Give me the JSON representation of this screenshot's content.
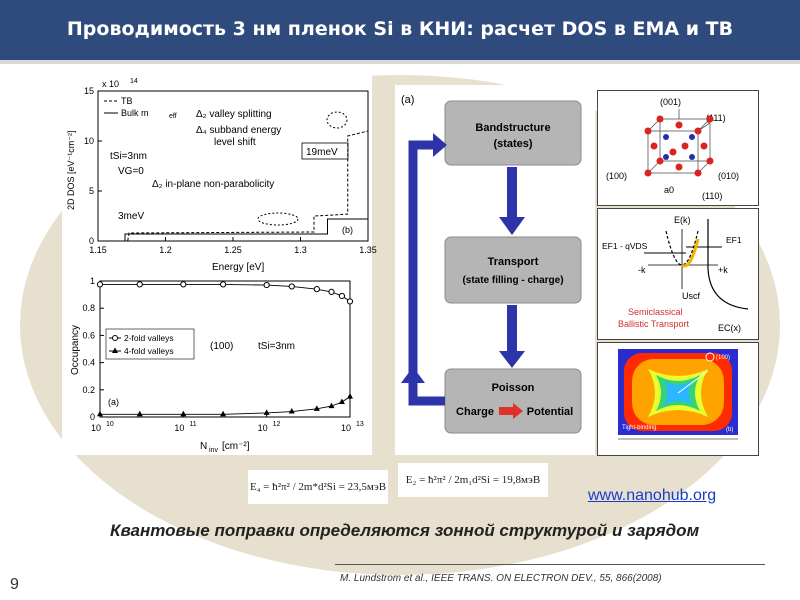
{
  "slide": {
    "title": "Проводимость 3 нм пленок Si в КНИ: расчет DOS в EMA и TB",
    "number": "9",
    "link": "www.nanohub.org",
    "caption": "Квантовые поправки определяются зонной структурой и зарядом",
    "reference": "M. Lundstrom et al.,  IEEE TRANS. ON ELECTRON DEV., 55, 866(2008)"
  },
  "dos_plot": {
    "exponent": "x 10",
    "exponent_power": "14",
    "ylabel": "2D DOS [eV⁻¹cm⁻²]",
    "xlabel": "Energy [eV]",
    "legend": [
      "TB",
      "Bulk m"
    ],
    "legend_sub": "eff",
    "annotations": {
      "valley_splitting": "Δ₂ valley splitting",
      "subband_shift_1": "Δ₄ subband energy",
      "subband_shift_2": "level shift",
      "nonparabolicity": "Δ₂ in-plane non-parabolicity",
      "tsi": "tSi=3nm",
      "vg": "VG=0",
      "meV19": "19meV",
      "meV3": "3meV",
      "panel": "(b)"
    },
    "x_ticks": [
      "1.15",
      "1.2",
      "1.25",
      "1.3",
      "1.35"
    ],
    "y_ticks": [
      "0",
      "5",
      "10",
      "15"
    ]
  },
  "occupancy_plot": {
    "ylabel": "Occupancy",
    "xlabel": "N",
    "xlabel_sub": "inv",
    "xlabel_unit": " [cm⁻²]",
    "legend": [
      "2-fold valleys",
      "4-fold valleys"
    ],
    "orientation": "(100)",
    "tsi": "tSi=3nm",
    "panel": "(a)",
    "y_ticks": [
      "0",
      "0.2",
      "0.4",
      "0.6",
      "0.8",
      "1"
    ],
    "x_ticks": [
      "10",
      "11",
      "12",
      "13"
    ],
    "x_tick_base": "10"
  },
  "flow_diagram": {
    "panel": "(a)",
    "box1": [
      "Bandstructure",
      "(states)"
    ],
    "box2": [
      "Transport",
      "(state filling - charge)"
    ],
    "box3_title": "Poisson",
    "box3_left": "Charge",
    "box3_right": "Potential"
  },
  "crystal": {
    "labels": [
      "(001)",
      "(111)",
      "(100)",
      "(010)",
      "(110)",
      "a0"
    ]
  },
  "transport_panel": {
    "labels": [
      "E(k)",
      "EF1 - qVDS",
      "EF1",
      "-k",
      "+k",
      "Uscf",
      "EC(x)"
    ],
    "caption_1": "Semiclassical",
    "caption_2": "Ballistic Transport"
  },
  "contour_panel": {
    "labels": [
      "(100)",
      "Tight-binding",
      "(b)"
    ]
  },
  "formulas": {
    "left": "E₄ = ħ²π² / 2m*d²Si = 23,5мэВ",
    "right": "E₂ = ħ²π² / 2m₁d²Si = 19,8мэВ"
  },
  "chart_data": [
    {
      "type": "line",
      "title": "",
      "xlabel": "Energy [eV]",
      "ylabel": "2D DOS [eV-1cm-2] x 10^14",
      "xlim": [
        1.15,
        1.35
      ],
      "ylim": [
        0,
        15
      ],
      "series": [
        {
          "name": "TB",
          "x": [
            1.15,
            1.172,
            1.173,
            1.31,
            1.31,
            1.325,
            1.335,
            1.335,
            1.35
          ],
          "y": [
            0,
            0,
            0.8,
            0.9,
            2.5,
            2.6,
            2.7,
            10.5,
            11
          ]
        },
        {
          "name": "Bulk meff",
          "x": [
            1.15,
            1.17,
            1.17,
            1.32,
            1.32,
            1.35
          ],
          "y": [
            0,
            0,
            0.7,
            0.7,
            2.2,
            2.2
          ]
        }
      ]
    },
    {
      "type": "scatter",
      "title": "",
      "xlabel": "Ninv [cm-2]",
      "ylabel": "Occupancy",
      "xscale": "log",
      "xlim": [
        10000000000.0,
        10000000000000.0
      ],
      "ylim": [
        0,
        1
      ],
      "series": [
        {
          "name": "2-fold valleys",
          "x": [
            10000000000.0,
            30000000000.0,
            100000000000.0,
            300000000000.0,
            1000000000000.0,
            2000000000000.0,
            4000000000000.0,
            6000000000000.0,
            8000000000000.0,
            10000000000000.0
          ],
          "y": [
            0.975,
            0.975,
            0.975,
            0.975,
            0.97,
            0.96,
            0.94,
            0.92,
            0.89,
            0.85
          ]
        },
        {
          "name": "4-fold valleys",
          "x": [
            10000000000.0,
            30000000000.0,
            100000000000.0,
            300000000000.0,
            1000000000000.0,
            2000000000000.0,
            4000000000000.0,
            6000000000000.0,
            8000000000000.0,
            10000000000000.0
          ],
          "y": [
            0.02,
            0.02,
            0.02,
            0.02,
            0.03,
            0.04,
            0.06,
            0.08,
            0.11,
            0.15
          ]
        }
      ]
    }
  ]
}
